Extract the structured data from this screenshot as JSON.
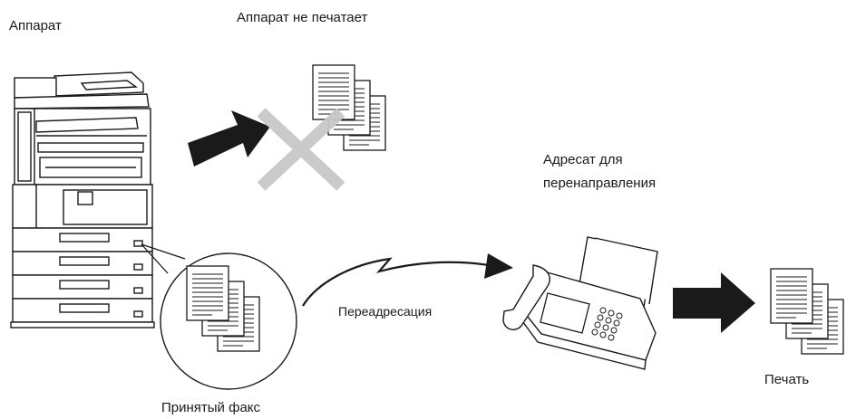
{
  "labels": {
    "device": "Аппарат",
    "no_print": "Аппарат не печатает",
    "forward_dest_line1": "Адресат для",
    "forward_dest_line2": "перенаправления",
    "forwarding": "Переадресация",
    "received_fax": "Принятый факс",
    "print": "Печать"
  },
  "colors": {
    "stroke": "#1a1a1a",
    "arrow": "#1a1a1a",
    "cross": "#c8c8c8",
    "paper": "#ffffff"
  },
  "icons": [
    "copier-icon",
    "document-stack-icon",
    "cross-icon",
    "arrow-right-icon",
    "magnifier-circle-icon",
    "lightning-arrow-icon",
    "fax-machine-icon"
  ]
}
